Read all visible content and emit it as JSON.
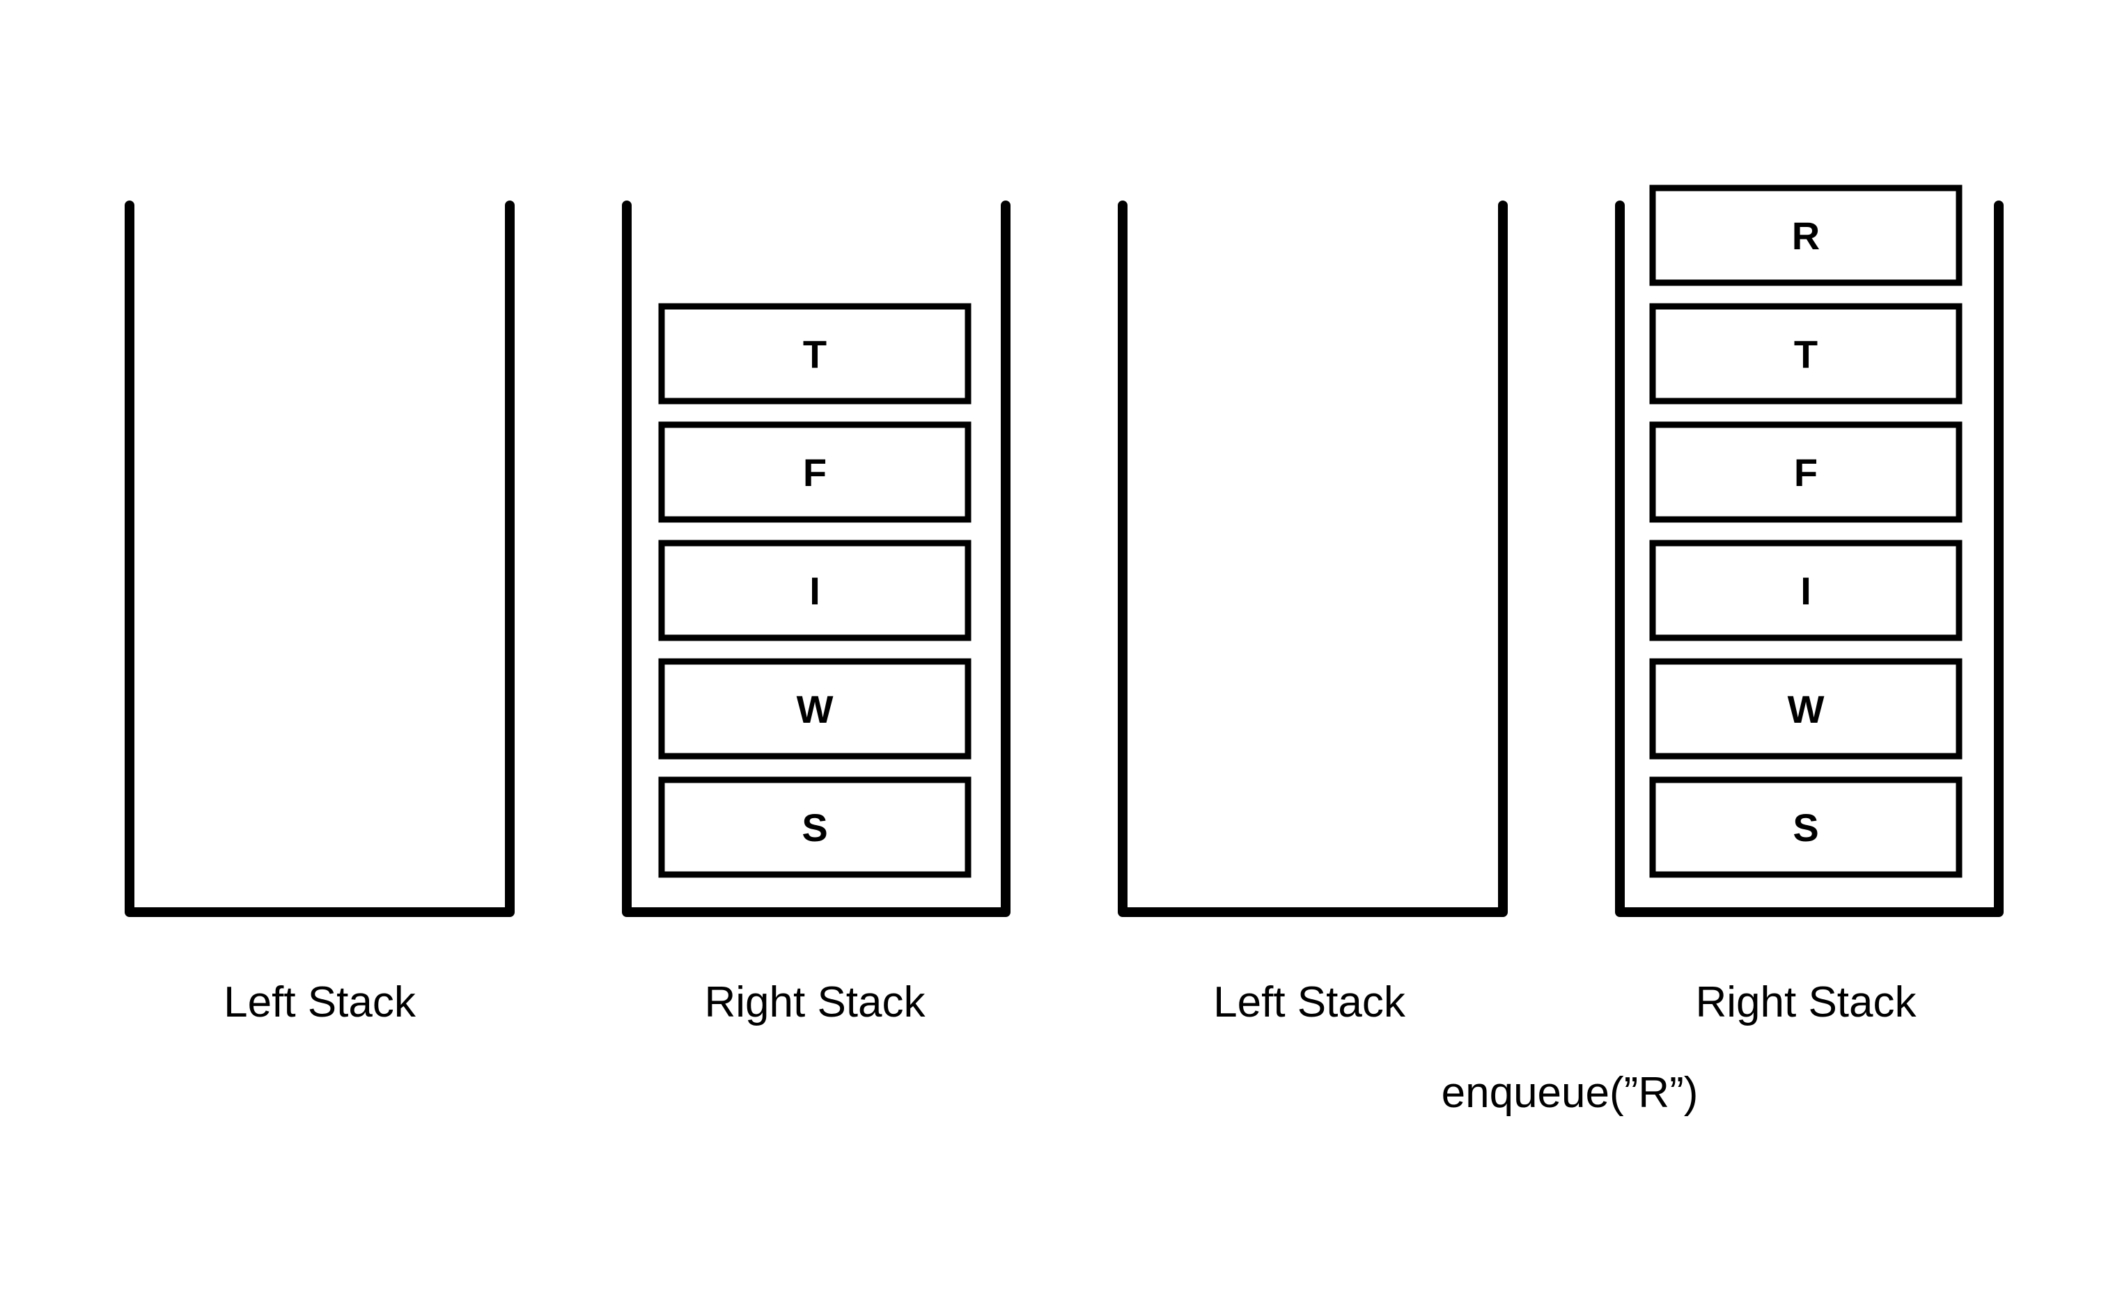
{
  "panels": [
    {
      "left_stack": {
        "label": "Left Stack",
        "items": []
      },
      "right_stack": {
        "label": "Right Stack",
        "items": [
          "T",
          "F",
          "I",
          "W",
          "S"
        ]
      }
    },
    {
      "left_stack": {
        "label": "Left Stack",
        "items": []
      },
      "right_stack": {
        "label": "Right Stack",
        "items": [
          "R",
          "T",
          "F",
          "I",
          "W",
          "S"
        ]
      }
    }
  ],
  "operation": "enqueue(”R”)",
  "colors": {
    "stroke": "#000000",
    "background": "#ffffff"
  }
}
